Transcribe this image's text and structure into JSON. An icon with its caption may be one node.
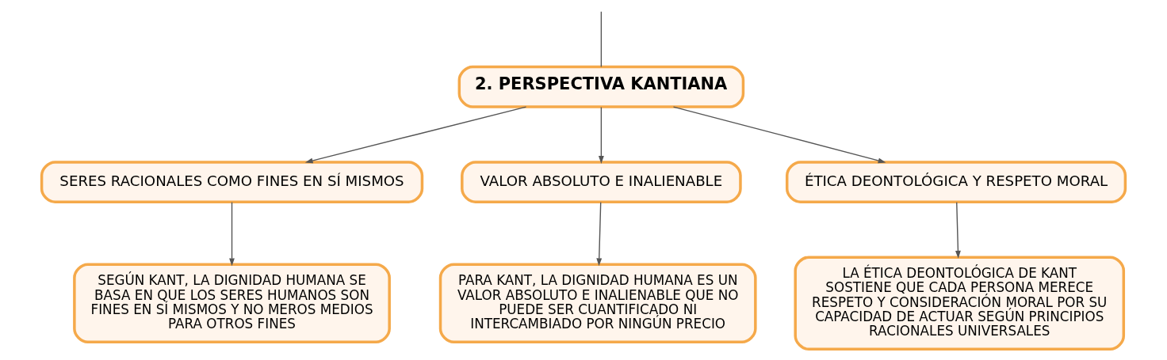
{
  "diagram": {
    "nodes": [
      {
        "text": [
          "2. PERSPECTIVA KANTIANA"
        ]
      },
      {
        "text": [
          "SERES RACIONALES COMO FINES EN SÍ MISMOS"
        ]
      },
      {
        "text": [
          "VALOR ABSOLUTO E INALIENABLE"
        ]
      },
      {
        "text": [
          "ÉTICA DEONTOLÓGICA Y RESPETO MORAL"
        ]
      },
      {
        "text": [
          "SEGÚN KANT, LA DIGNIDAD HUMANA SE BASA EN QUE LOS SERES HUMANOS SON FINES EN SÍ MISMOS Y NO MEROS MEDIOS PARA OTROS FINES"
        ]
      },
      {
        "text": [
          "PARA KANT, LA DIGNIDAD HUMANA ES UN VALOR ABSOLUTO E INALIENABLE QUE NO PUEDE SER CUANTIFICADO NI INTERCAMBIADO POR NINGÚN PRECIO"
        ]
      },
      {
        "text": [
          "LA ÉTICA DEONTOLÓGICA DE KANT SOSTIENE QUE CADA PERSONA MERECE RESPETO Y CONSIDERACIÓN MORAL POR SU CAPACIDAD DE ACTUAR SEGÚN PRINCIPIOS RACIONALES UNIVERSALES"
        ]
      }
    ],
    "edges": [
      {
        "from": null,
        "to": 0,
        "arrow": "none"
      },
      {
        "from": 0,
        "to": 1,
        "arrow": "to"
      },
      {
        "from": 0,
        "to": 2,
        "arrow": "to"
      },
      {
        "from": 0,
        "to": 3,
        "arrow": "to"
      },
      {
        "from": 1,
        "to": 4,
        "arrow": "to"
      },
      {
        "from": 2,
        "to": 5,
        "arrow": "to"
      },
      {
        "from": 3,
        "to": 6,
        "arrow": "to"
      }
    ]
  }
}
